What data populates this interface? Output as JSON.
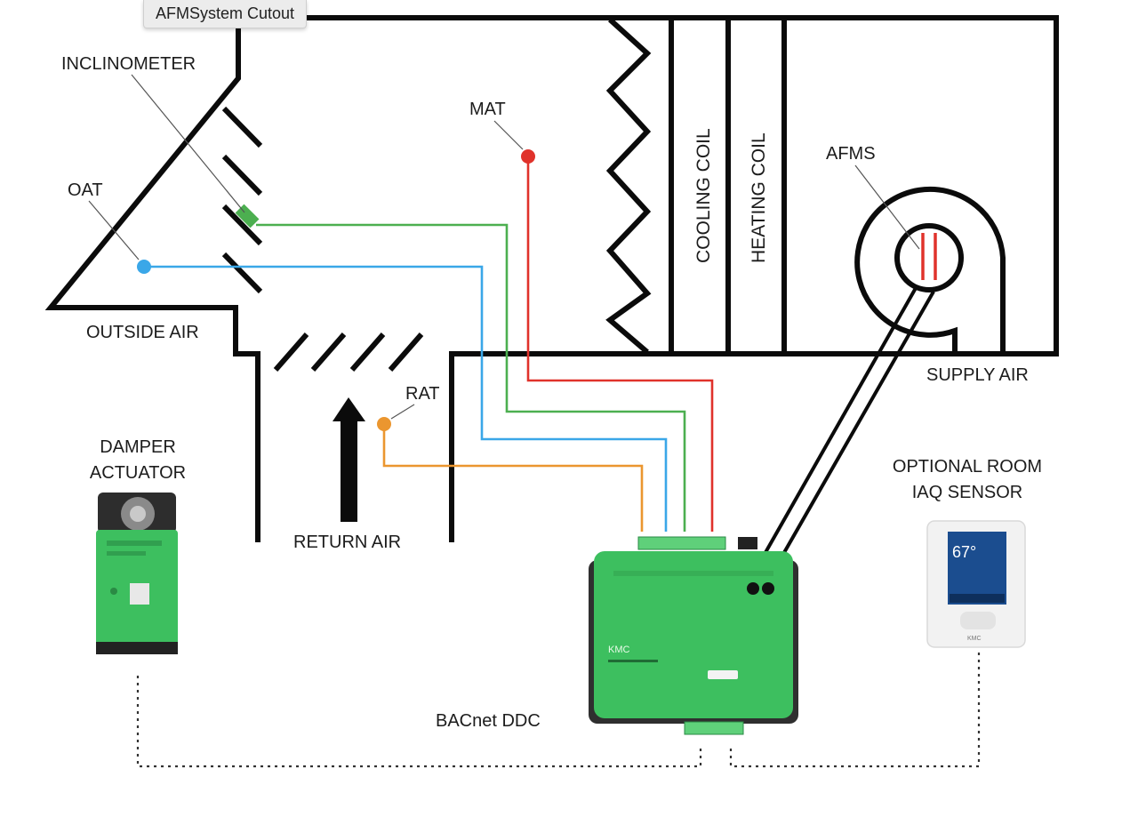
{
  "window": {
    "tooltip": "AFMSystem Cutout"
  },
  "labels": {
    "inclinometer": "INCLINOMETER",
    "oat": "OAT",
    "mat": "MAT",
    "outside_air": "OUTSIDE AIR",
    "return_air": "RETURN AIR",
    "rat": "RAT",
    "cooling_coil": "COOLING COIL",
    "heating_coil": "HEATING COIL",
    "afms": "AFMS",
    "supply_air": "SUPPLY AIR",
    "damper_actuator_line1": "DAMPER",
    "damper_actuator_line2": "ACTUATOR",
    "optional_room_line1": "OPTIONAL ROOM",
    "optional_room_line2": "IAQ SENSOR",
    "bacnet_ddc": "BACnet DDC"
  },
  "devices": {
    "ddc_brand": "KMC",
    "sensor_temp": "67°",
    "sensor_brand": "KMC"
  },
  "colors": {
    "inclinometer": "#4caf50",
    "oat": "#3aa7e8",
    "mat": "#e0322b",
    "rat": "#eb962f",
    "device_green": "#3dbf5f"
  }
}
